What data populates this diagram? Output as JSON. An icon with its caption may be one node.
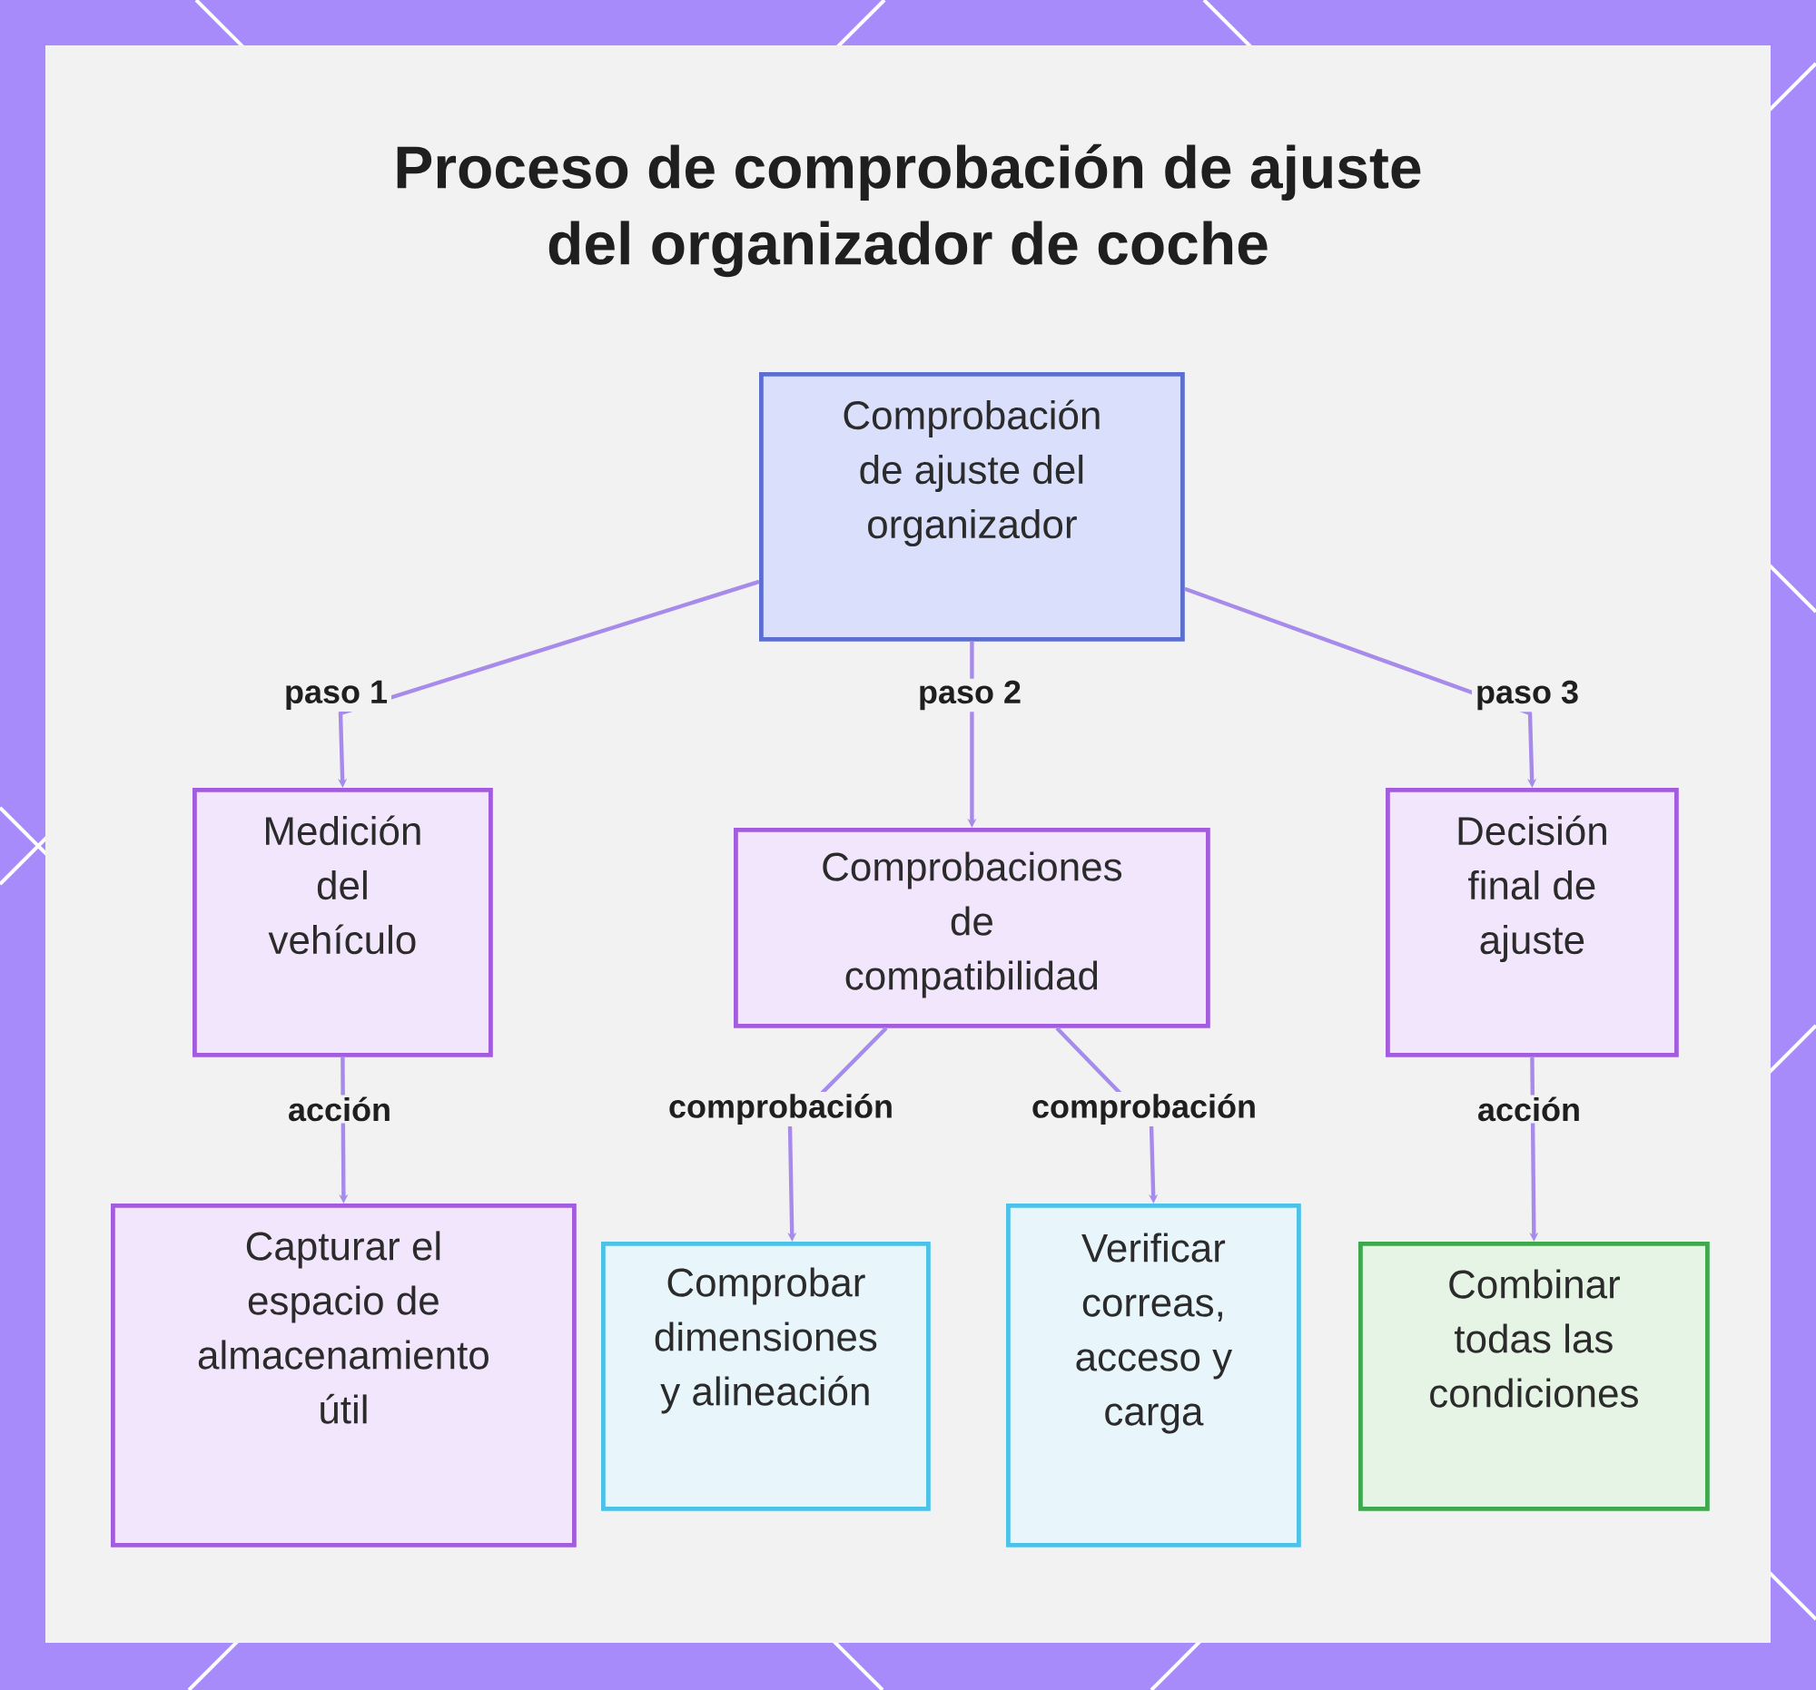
{
  "diagram": {
    "title": "Proceso de comprobación de ajuste del organizador de coche",
    "nodes": [
      {
        "text": [
          "Comprobación de ajuste del organizador"
        ]
      },
      {
        "text": [
          "Medición del vehículo"
        ]
      },
      {
        "text": [
          "Comprobaciones de compatibilidad"
        ]
      },
      {
        "text": [
          "Decisión final de ajuste"
        ]
      },
      {
        "text": [
          "Capturar el espacio de almacenamiento útil"
        ]
      },
      {
        "text": [
          "Comprobar dimensiones y alineación"
        ]
      },
      {
        "text": [
          "Verificar correas, acceso y carga"
        ]
      },
      {
        "text": [
          "Combinar todas las condiciones"
        ]
      }
    ],
    "edges": [
      {
        "from": 0,
        "to": 1,
        "arrow": "to",
        "label": "paso 1"
      },
      {
        "from": 0,
        "to": 2,
        "arrow": "to",
        "label": "paso 2"
      },
      {
        "from": 0,
        "to": 3,
        "arrow": "to",
        "label": "paso 3"
      },
      {
        "from": 1,
        "to": 4,
        "arrow": "to",
        "label": "acción"
      },
      {
        "from": 2,
        "to": 5,
        "arrow": "to",
        "label": "comprobación"
      },
      {
        "from": 2,
        "to": 6,
        "arrow": "to",
        "label": "comprobación"
      },
      {
        "from": 3,
        "to": 7,
        "arrow": "to",
        "label": "acción"
      }
    ]
  }
}
